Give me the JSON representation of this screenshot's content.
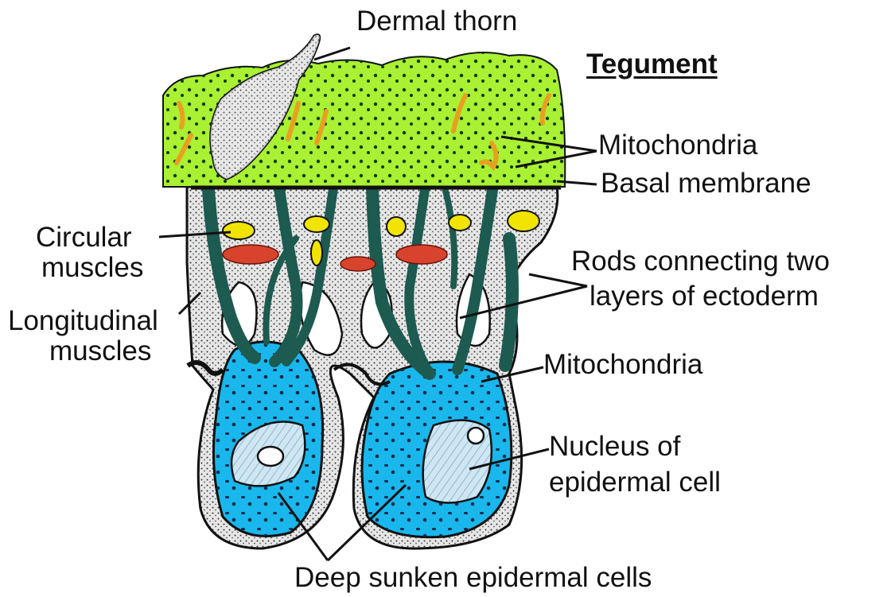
{
  "labels": {
    "dermal_thorn": "Dermal thorn",
    "tegument": "Tegument",
    "mitochondria_top": "Mitochondria",
    "basal_membrane": "Basal membrane",
    "circular_muscles_1": "Circular",
    "circular_muscles_2": "muscles",
    "rods_1": "Rods connecting two",
    "rods_2": "layers of ectoderm",
    "longitudinal_1": "Longitudinal",
    "longitudinal_2": "muscles",
    "mitochondria_mid": "Mitochondria",
    "nucleus_1": "Nucleus of",
    "nucleus_2": "epidermal cell",
    "deep_sunken": "Deep sunken epidermal cells"
  },
  "colors": {
    "tegument": "#aaf033",
    "stipple_layer": "#d8d8d8",
    "cell_body": "#19b7ec",
    "connecting_rods": "#1d5a4f",
    "circular_muscle": "#d8432e",
    "vesicles": "#f1e400",
    "mitochondria": "#e8a020",
    "outline": "#111111"
  }
}
